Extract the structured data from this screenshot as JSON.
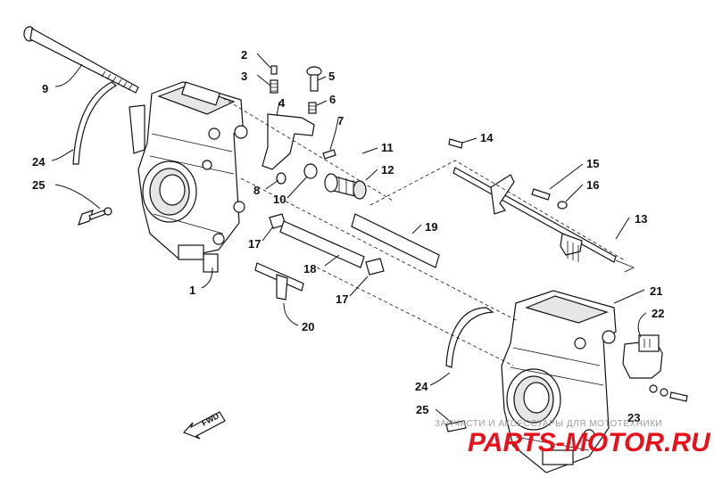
{
  "callouts": [
    "1",
    "2",
    "3",
    "4",
    "5",
    "6",
    "7",
    "8",
    "9",
    "10",
    "11",
    "12",
    "13",
    "14",
    "15",
    "16",
    "17",
    "17",
    "18",
    "19",
    "20",
    "21",
    "22",
    "23",
    "24",
    "24",
    "25",
    "25"
  ],
  "fwd_label": "FWD",
  "watermark": {
    "top_text": "ЗАПЧАСТИ И АКСЕССУАРЫ ДЛЯ МОТОТЕХНИКИ",
    "main_text": "PARTS-MOTOR.RU",
    "color": "#e8111b"
  }
}
